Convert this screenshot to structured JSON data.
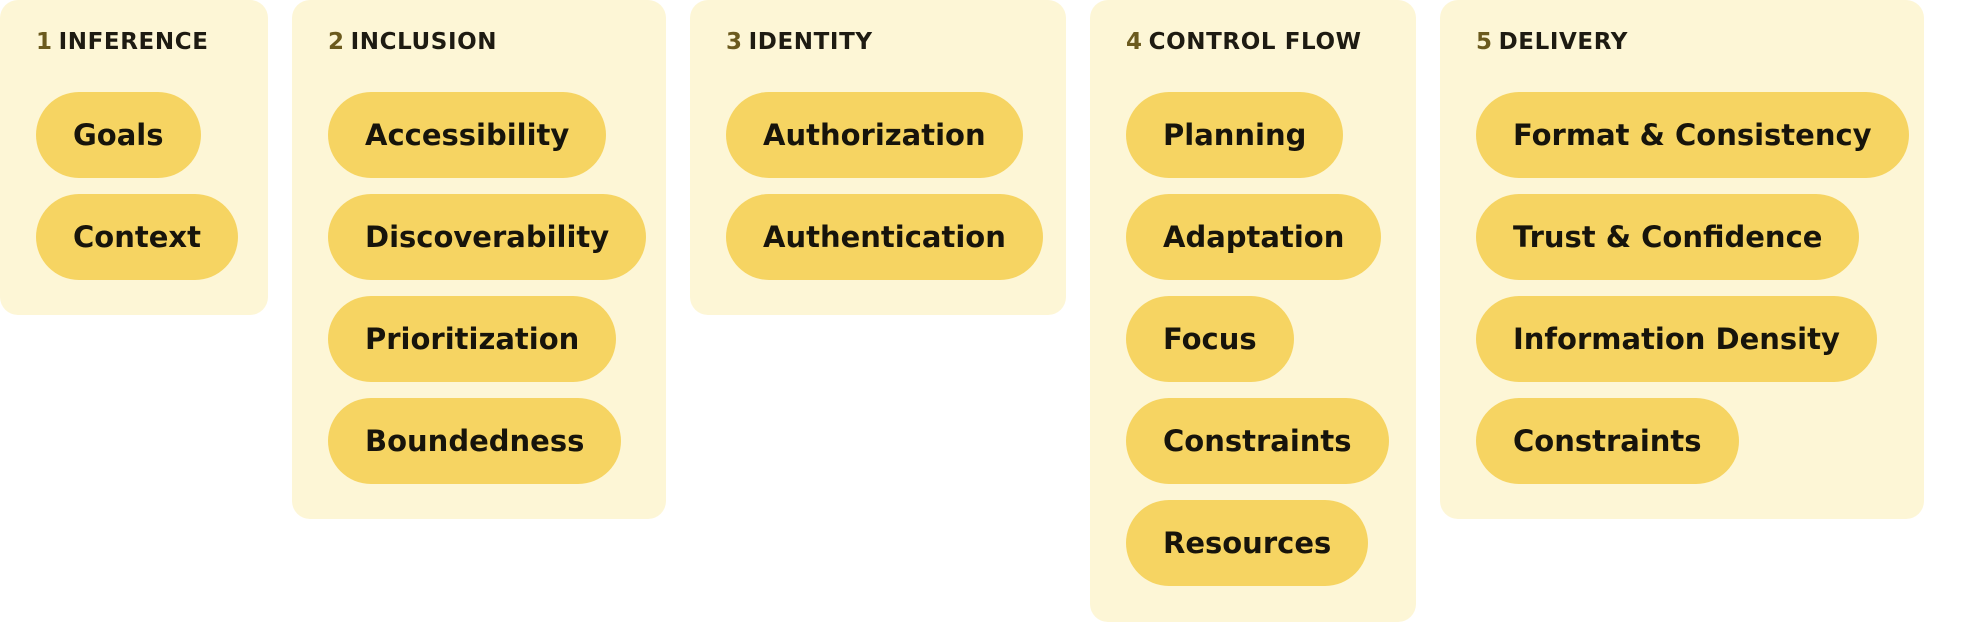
{
  "columns": [
    {
      "number": "1",
      "title": "INFERENCE",
      "items": [
        "Goals",
        "Context"
      ]
    },
    {
      "number": "2",
      "title": "INCLUSION",
      "items": [
        "Accessibility",
        "Discoverability",
        "Prioritization",
        "Boundedness"
      ]
    },
    {
      "number": "3",
      "title": "IDENTITY",
      "items": [
        "Authorization",
        "Authentication"
      ]
    },
    {
      "number": "4",
      "title": "CONTROL FLOW",
      "items": [
        "Planning",
        "Adaptation",
        "Focus",
        "Constraints",
        "Resources"
      ]
    },
    {
      "number": "5",
      "title": "DELIVERY",
      "items": [
        "Format & Consistency",
        "Trust & Confidence",
        "Information Density",
        "Constraints"
      ]
    }
  ],
  "colors": {
    "panel_background": "#fdf6d6",
    "pill_background": "#f6d462",
    "number_color": "#6b5a1e",
    "text_color": "#17140b"
  }
}
